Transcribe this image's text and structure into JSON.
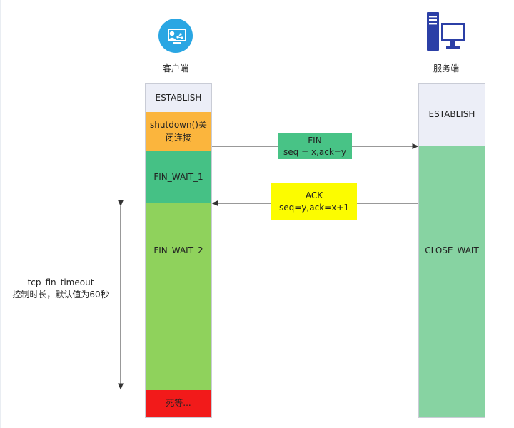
{
  "client": {
    "label": "客户端",
    "icon": "client-computer-icon",
    "segments": [
      {
        "name": "client-state-establish",
        "text": "ESTABLISH",
        "color": "#eceef7"
      },
      {
        "name": "client-state-shutdown",
        "text": "shutdown()关闭连接",
        "color": "#fbb53d"
      },
      {
        "name": "client-state-fin-wait-1",
        "text": "FIN_WAIT_1",
        "color": "#45c185"
      },
      {
        "name": "client-state-fin-wait-2",
        "text": "FIN_WAIT_2",
        "color": "#8fd25c"
      },
      {
        "name": "client-state-dead-wait",
        "text": "死等...",
        "color": "#f21a1a"
      }
    ]
  },
  "server": {
    "label": "服务端",
    "icon": "server-computer-icon",
    "segments": [
      {
        "name": "server-state-establish",
        "text": "ESTABLISH",
        "color": "#eceef7"
      },
      {
        "name": "server-state-close-wait",
        "text": "CLOSE_WAIT",
        "color": "#87d3a2"
      }
    ]
  },
  "messages": {
    "fin": {
      "title": "FIN",
      "detail": "seq = x,ack=y",
      "color": "#48c386"
    },
    "ack": {
      "title": "ACK",
      "detail": "seq=y,ack=x+1",
      "color": "#fcfc00"
    }
  },
  "timeout_note": {
    "line1": "tcp_fin_timeout",
    "line2": "控制时长，默认值为60秒"
  }
}
